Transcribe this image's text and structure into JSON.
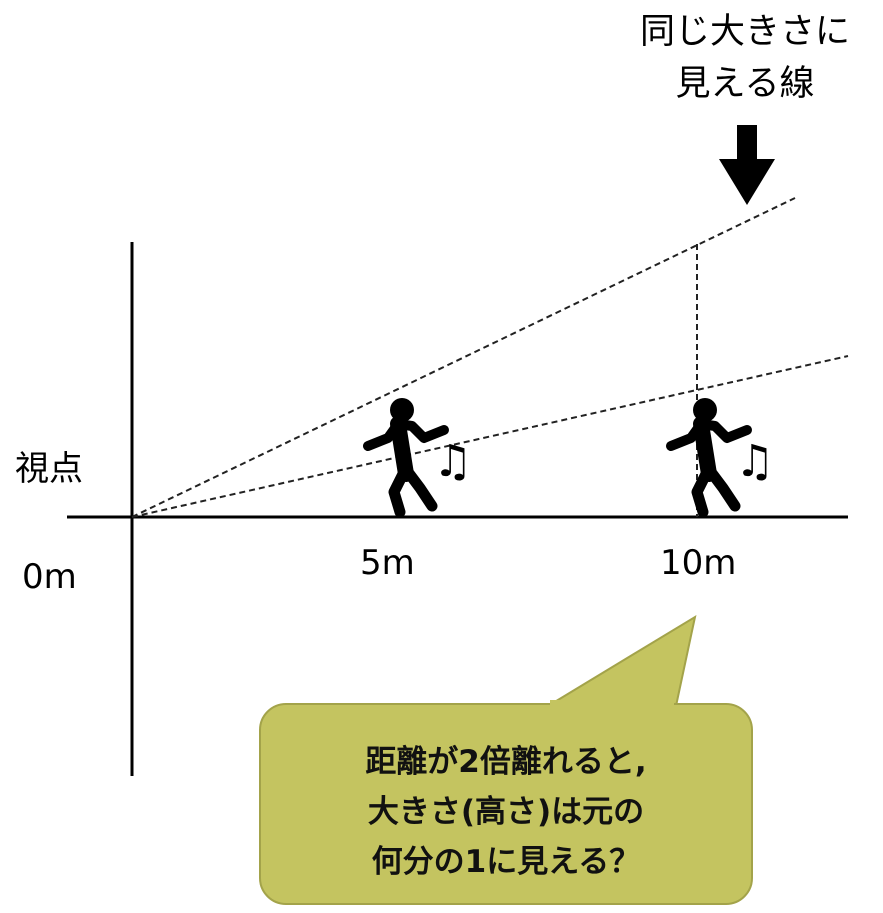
{
  "top_label": {
    "line1": "同じ大きさに",
    "line2": "見える線"
  },
  "viewpoint_label": "視点",
  "axis": {
    "origin_label": "0m",
    "mark_5_label": "5m",
    "mark_10_label": "10m"
  },
  "callout": {
    "line1": "距離が2倍離れると,",
    "line2": "大きさ(高さ)は元の",
    "line3": "何分の1に見える？",
    "fill": "#c4c460",
    "stroke": "#a3a34a"
  },
  "music_note": "♫",
  "colors": {
    "line": "#000000",
    "dashed": "#222222",
    "figure": "#000000"
  }
}
